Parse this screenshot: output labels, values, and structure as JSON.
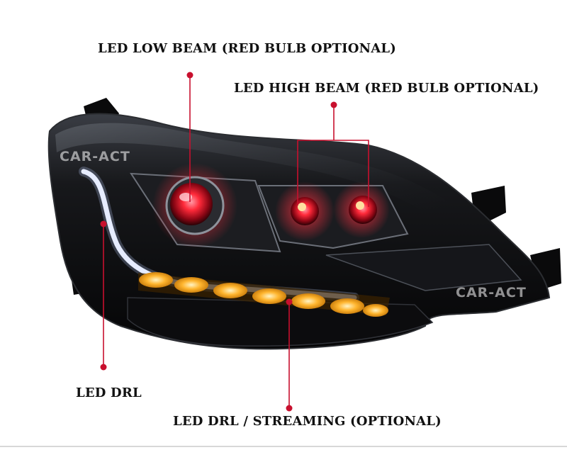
{
  "labels": {
    "low_beam": "LED LOW BEAM (RED BULB OPTIONAL)",
    "high_beam": "LED HIGH BEAM (RED BULB OPTIONAL)",
    "drl": "LED DRL",
    "streaming": "LED DRL / STREAMING (OPTIONAL)"
  },
  "watermark": "CAR-ACT",
  "colors": {
    "callout": "#c8102e",
    "housing": "#0e0e10",
    "red_glow": "#ff2a3a",
    "amber": "#ffb52e",
    "drl_white": "#f4f6ff"
  }
}
